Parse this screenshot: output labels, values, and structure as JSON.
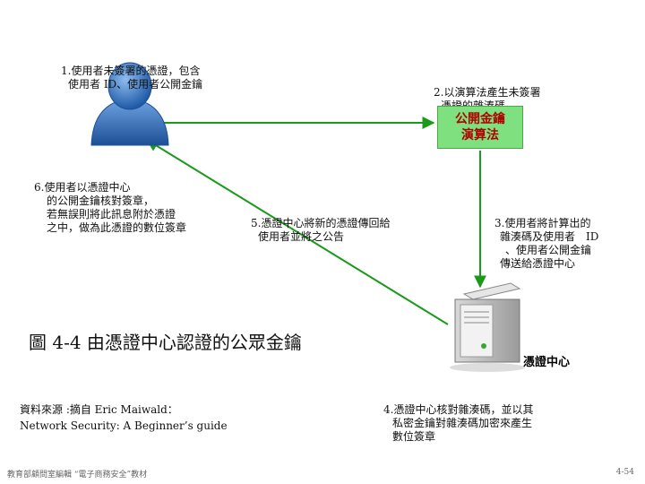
{
  "steps": {
    "step1": [
      "1.使用者未簽署的憑證，包含",
      "使用者 ID、使用者公開金鑰"
    ],
    "step2": [
      "2.以演算法產生未簽署",
      "憑證的雜湊碼"
    ],
    "step3": [
      "3.使用者將計算出的",
      "雜湊碼及使用者　ID",
      "、使用者公開金鑰",
      "傳送給憑證中心"
    ],
    "step4": [
      "4.憑證中心核對雜湊碼，並以其",
      "私密金鑰對雜湊碼加密來產生",
      "數位簽章"
    ],
    "step5": [
      "5.憑證中心將新的憑證傳回給",
      "使用者並將之公告"
    ],
    "step6": [
      "6.使用者以憑證中心",
      "的公開金鑰核對簽章，",
      "若無誤則將此訊息附於憑證",
      "之中，做為此憑證的數位簽章"
    ]
  },
  "algorithm_box": [
    "公開金鑰",
    "演算法"
  ],
  "server_label": "憑證中心",
  "figure_title": "圖 4-4 由憑證中心認證的公眾金鑰",
  "source": [
    "資料來源 :摘自 Eric Maiwald：",
    "Network Security: A Beginner’s guide"
  ],
  "footer": {
    "left": "教育部顧問室編輯 “電子商務安全”教材",
    "right": "4-54"
  },
  "colors": {
    "arrow": "#1a9a1a",
    "algo_box": "#7fe07f",
    "algo_text": "#b00000",
    "user": "#2e6fb8"
  },
  "icons": [
    "user-icon",
    "server-icon"
  ]
}
